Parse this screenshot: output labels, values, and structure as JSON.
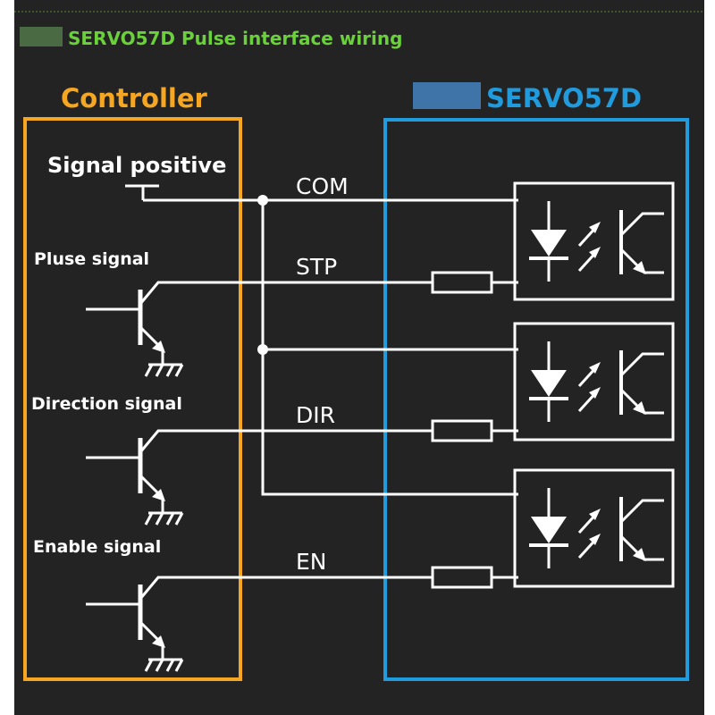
{
  "header": {
    "title": "SERVO57D Pulse interface wiring"
  },
  "controller": {
    "title": "Controller",
    "signal_positive": "Signal positive",
    "channels": [
      {
        "label": "Pluse signal"
      },
      {
        "label": "Direction signal"
      },
      {
        "label": "Enable signal"
      }
    ]
  },
  "servo": {
    "title": "SERVO57D"
  },
  "wires": {
    "com": "COM",
    "stp": "STP",
    "dir": "DIR",
    "en": "EN"
  },
  "colors": {
    "background": "#232323",
    "header_text": "#6ad13a",
    "controller_accent": "#f5a623",
    "servo_accent": "#1f9bde",
    "wire": "#ffffff"
  }
}
